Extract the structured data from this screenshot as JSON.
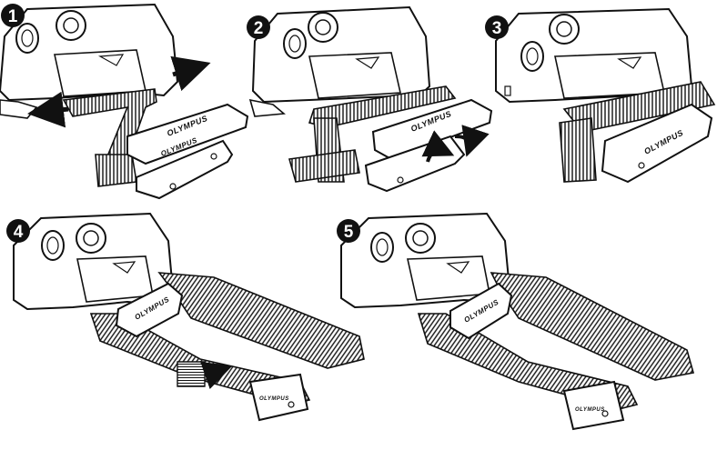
{
  "steps": [
    {
      "number": "1",
      "brand": "OLYMPUS"
    },
    {
      "number": "2",
      "brand": "OLYMPUS"
    },
    {
      "number": "3",
      "brand": "OLYMPUS"
    },
    {
      "number": "4",
      "brand": "OLYMPUS"
    },
    {
      "number": "5",
      "brand": "OLYMPUS"
    }
  ],
  "colors": {
    "ink": "#111111",
    "paper": "#ffffff"
  }
}
